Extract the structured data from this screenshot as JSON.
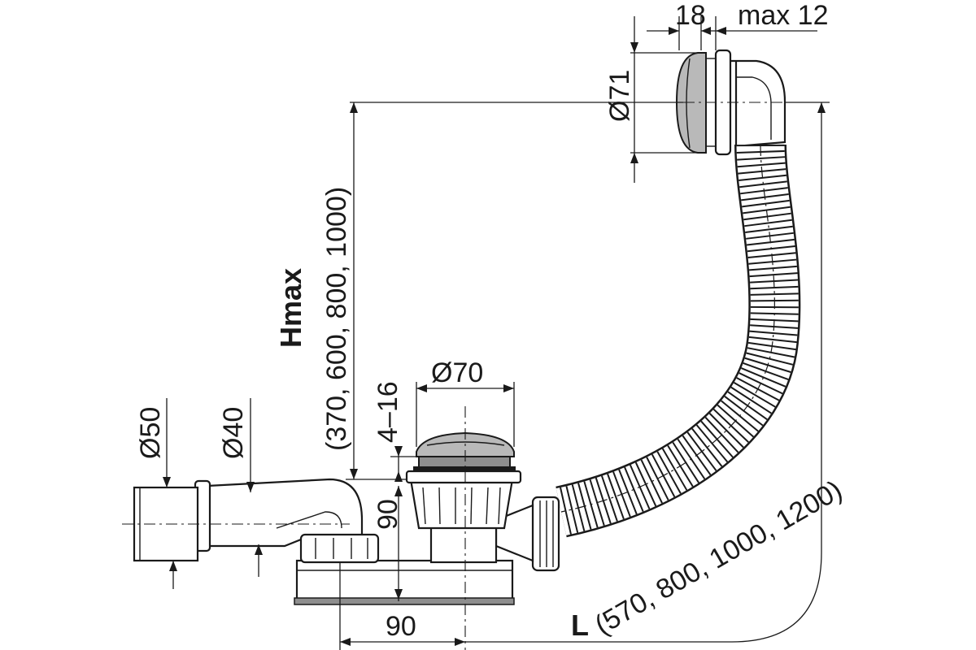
{
  "dimensions": {
    "d18": "18",
    "max12": "max 12",
    "d71": "Ø71",
    "hmax_label": "Hmax",
    "hmax_values": "(370, 600, 800, 1000)",
    "d70": "Ø70",
    "d4_16": "4–16",
    "d50": "Ø50",
    "d40": "Ø40",
    "d90_vertical": "90",
    "d90_horizontal": "90",
    "l_label": "L",
    "l_values": "(570, 800, 1000, 1200)"
  },
  "colors": {
    "line": "#1a1a1a",
    "metal_light": "#b9b9b9",
    "metal_dark": "#8e8e8e",
    "background": "#ffffff"
  }
}
